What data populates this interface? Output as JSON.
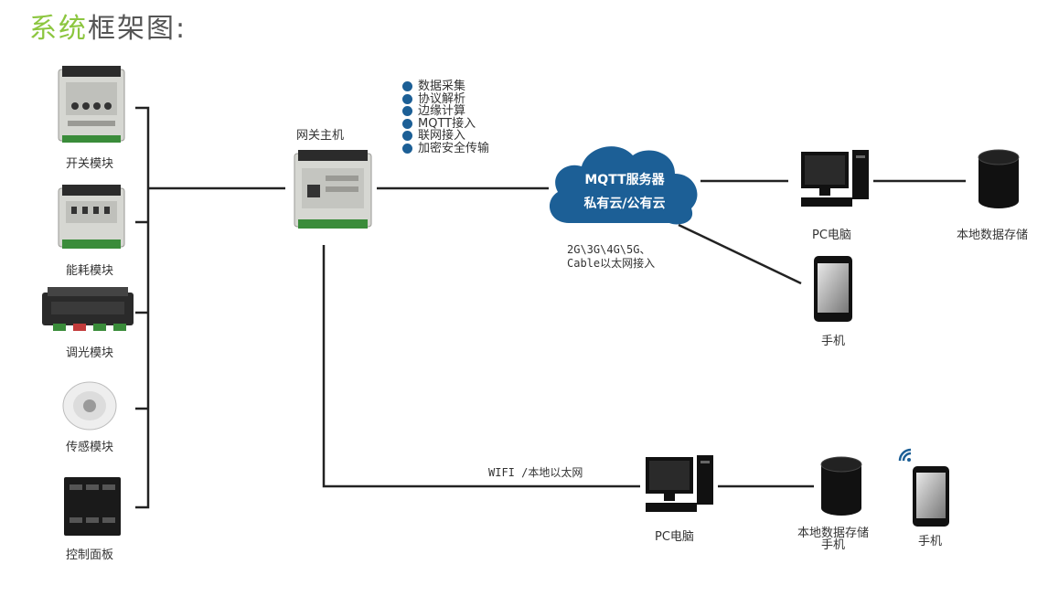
{
  "title": {
    "part1": "系统",
    "part2": "框架图:"
  },
  "left_modules": [
    {
      "label": "开关模块",
      "icon": "switch-module-icon"
    },
    {
      "label": "能耗模块",
      "icon": "energy-module-icon"
    },
    {
      "label": "调光模块",
      "icon": "dimmer-module-icon"
    },
    {
      "label": "传感模块",
      "icon": "sensor-module-icon"
    },
    {
      "label": "控制面板",
      "icon": "control-panel-icon"
    }
  ],
  "gateway": {
    "label": "网关主机"
  },
  "features": [
    "数据采集",
    "协议解析",
    "边缘计算",
    "MQTT接入",
    "联网接入",
    "加密安全传输"
  ],
  "cloud": {
    "line1": "MQTT服务器",
    "line2": "私有云/公有云"
  },
  "network_note": {
    "line1": "2G\\3G\\4G\\5G、",
    "line2": "Cable以太网接入"
  },
  "remote": {
    "pc": "PC电脑",
    "storage": "本地数据存储",
    "phone": "手机"
  },
  "local": {
    "link_label": "WIFI /本地以太网",
    "pc": "PC电脑",
    "storage_line1": "本地数据存储",
    "storage_line2": "手机",
    "phone": "手机"
  },
  "colors": {
    "accent_green": "#8cc63f",
    "cloud_blue": "#1c5f96",
    "dot_blue": "#1c5f96"
  }
}
